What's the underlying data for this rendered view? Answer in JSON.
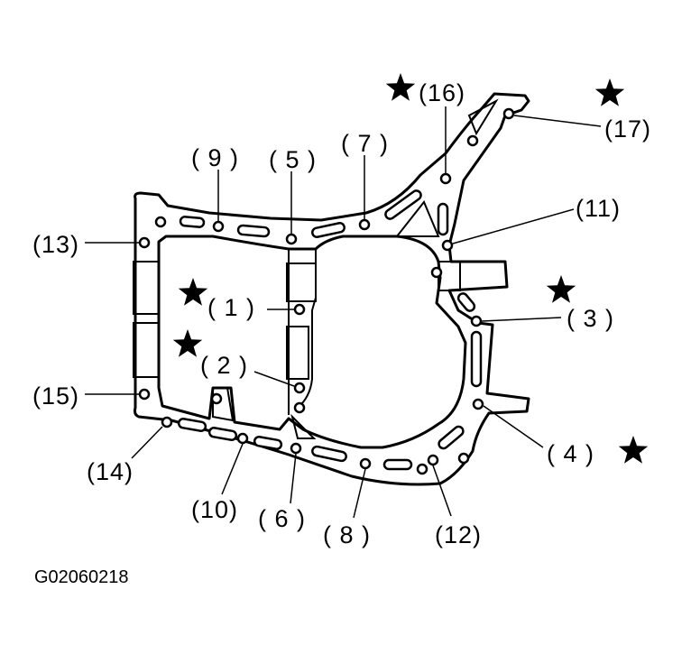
{
  "bolts": [
    {
      "id": "bolt-1",
      "label": "( 1 )",
      "starred": true
    },
    {
      "id": "bolt-2",
      "label": "( 2 )",
      "starred": true
    },
    {
      "id": "bolt-3",
      "label": "( 3 )",
      "starred": true
    },
    {
      "id": "bolt-4",
      "label": "( 4 )",
      "starred": true
    },
    {
      "id": "bolt-5",
      "label": "( 5 )",
      "starred": false
    },
    {
      "id": "bolt-6",
      "label": "( 6 )",
      "starred": false
    },
    {
      "id": "bolt-7",
      "label": "( 7 )",
      "starred": false
    },
    {
      "id": "bolt-8",
      "label": "( 8 )",
      "starred": false
    },
    {
      "id": "bolt-9",
      "label": "( 9 )",
      "starred": false
    },
    {
      "id": "bolt-10",
      "label": "(10)",
      "starred": false
    },
    {
      "id": "bolt-11",
      "label": "(11)",
      "starred": false
    },
    {
      "id": "bolt-12",
      "label": "(12)",
      "starred": false
    },
    {
      "id": "bolt-13",
      "label": "(13)",
      "starred": false
    },
    {
      "id": "bolt-14",
      "label": "(14)",
      "starred": false
    },
    {
      "id": "bolt-15",
      "label": "(15)",
      "starred": false
    },
    {
      "id": "bolt-16",
      "label": "(16)",
      "starred": true
    },
    {
      "id": "bolt-17",
      "label": "(17)",
      "starred": true
    }
  ],
  "figure_code": "G02060218"
}
